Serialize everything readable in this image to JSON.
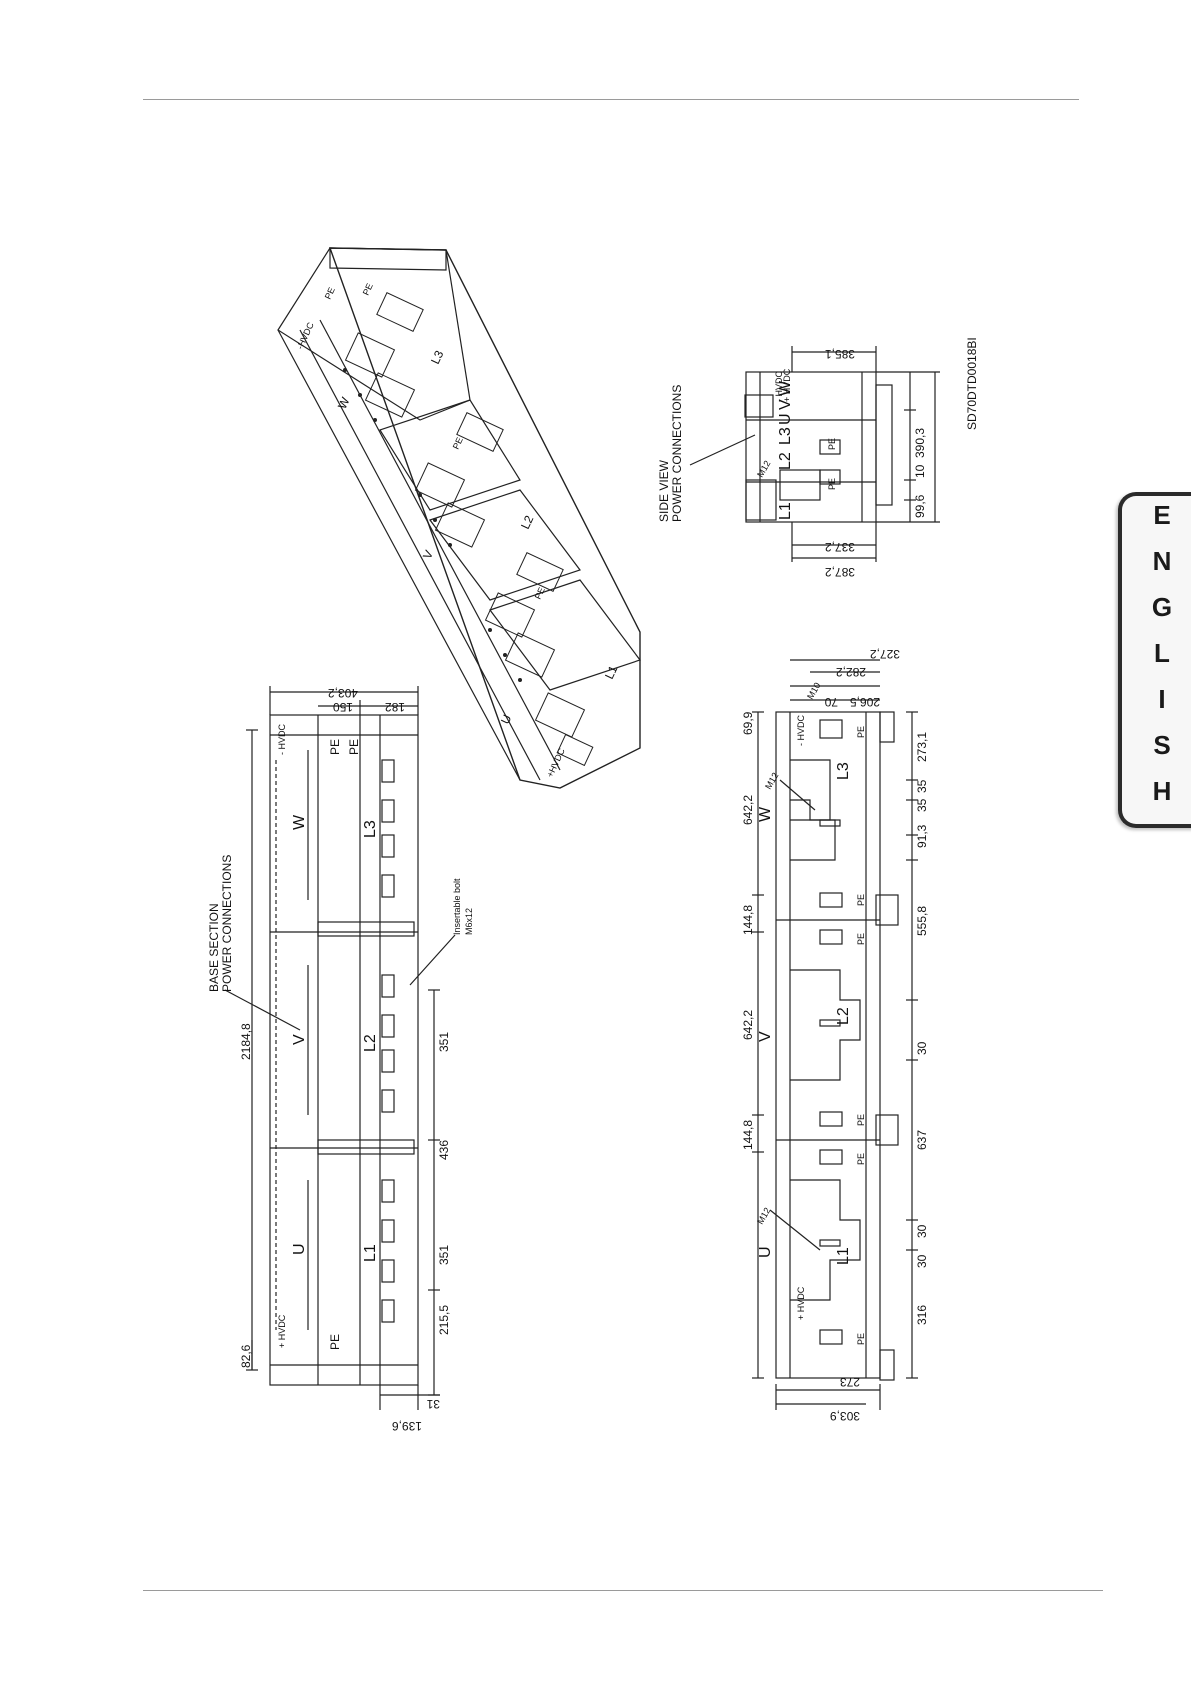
{
  "page": {
    "language_tab_letters": [
      "E",
      "N",
      "G",
      "L",
      "I",
      "S",
      "H"
    ]
  },
  "base_section": {
    "caption": "BASE SECTION\nPOWER CONNECTIONS",
    "caption_line1": "BASE SECTION",
    "caption_line2": "POWER CONNECTIONS",
    "phases_top": [
      "U",
      "V",
      "W"
    ],
    "phases_bottom": [
      "L1",
      "L2",
      "L3"
    ],
    "hvdc_plus": "+ HVDC",
    "hvdc_minus": "- HVDC",
    "pe": "PE",
    "bolt_note_line1": "Insertable bolt",
    "bolt_note_line2": "M6x12",
    "dims": {
      "overall": "2184,8",
      "left": "82,6",
      "height": "403,2",
      "top_a": "150",
      "top_b": "182",
      "bottom_a": "215,5",
      "bottom_b": "351",
      "bottom_c": "436",
      "bottom_d": "351",
      "offset_a": "139,6",
      "offset_b": "31"
    }
  },
  "plan_view": {
    "phases_top": [
      "U",
      "V",
      "W"
    ],
    "phases_inner": [
      "L1",
      "L2",
      "L3"
    ],
    "bolt_m12": "M12",
    "bolt_m10": "M10",
    "hvdc_plus": "+ HVDC",
    "hvdc_minus": "- HVDC",
    "pe": "PE",
    "dims_top": [
      "642,2",
      "144,8",
      "642,2",
      "144,8",
      "69,9"
    ],
    "dims_right": [
      "273,1",
      "35",
      "35",
      "91,3",
      "555,8",
      "30",
      "637",
      "30",
      "30",
      "316"
    ],
    "dims_height": [
      "327,2",
      "282,2",
      "206,5",
      "70"
    ],
    "dims_left": [
      "273",
      "303,9"
    ]
  },
  "side_view": {
    "caption_line1": "SIDE VIEW",
    "caption_line2": "POWER CONNECTIONS",
    "phases": [
      "L1",
      "L2",
      "L3",
      "U",
      "V",
      "W"
    ],
    "bolt": "M12",
    "pe": "PE",
    "hvdc_plus": "+ HVDC",
    "hvdc_minus": "- HVDC",
    "dims": {
      "top": "385,1",
      "bottom_a": "337,2",
      "bottom_b": "387,2",
      "right_a": "99,6",
      "right_b": "10",
      "right_c": "390,3"
    }
  },
  "drawing_code": "SD70DTD0018BI",
  "iso_view": {
    "labels": [
      "PE",
      "PE",
      "PE",
      "PE",
      "PE",
      "PE",
      "L1",
      "L2",
      "L3",
      "U",
      "V",
      "W",
      "-HVDC",
      "+HVDC"
    ]
  }
}
